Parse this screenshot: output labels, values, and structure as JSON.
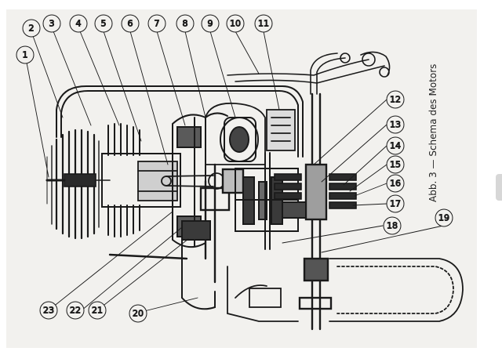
{
  "caption": "Abb. 3 — Schema des Motors",
  "callouts": [
    {
      "label": "1"
    },
    {
      "label": "2"
    },
    {
      "label": "3"
    },
    {
      "label": "4"
    },
    {
      "label": "5"
    },
    {
      "label": "6"
    },
    {
      "label": "7"
    },
    {
      "label": "8"
    },
    {
      "label": "9"
    },
    {
      "label": "10"
    },
    {
      "label": "11"
    },
    {
      "label": "12"
    },
    {
      "label": "13"
    },
    {
      "label": "14"
    },
    {
      "label": "15"
    },
    {
      "label": "16"
    },
    {
      "label": "17"
    },
    {
      "label": "18"
    },
    {
      "label": "19"
    },
    {
      "label": "20"
    },
    {
      "label": "21"
    },
    {
      "label": "22"
    },
    {
      "label": "23"
    }
  ],
  "colors": {
    "ink": "#1a1a1a",
    "paper": "#f2f1ee",
    "shade": "#8a8a8a"
  }
}
